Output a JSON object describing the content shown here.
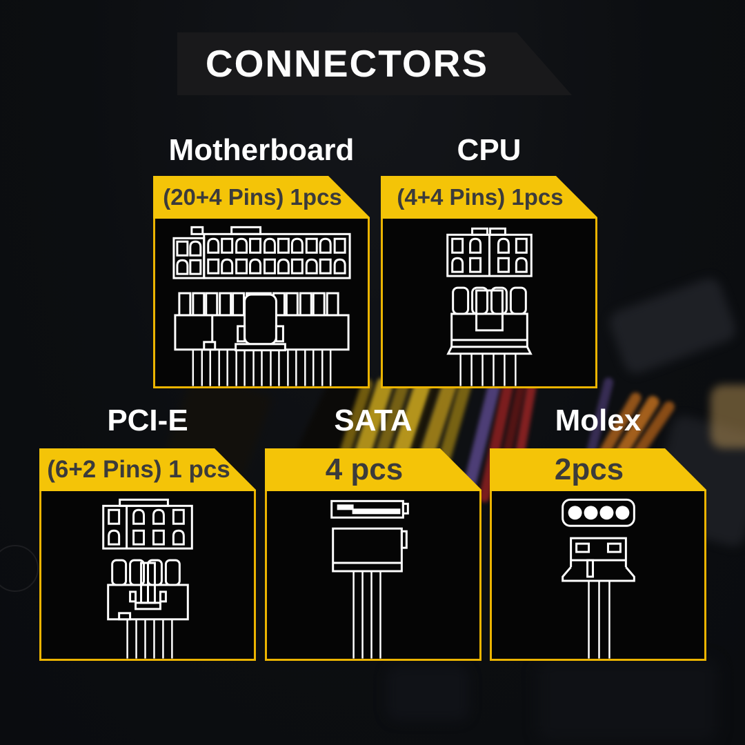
{
  "banner": {
    "title": "CONNECTORS"
  },
  "cards": [
    {
      "title": "Motherboard",
      "label": "(20+4 Pins) 1pcs",
      "icon": "atx-24pin-connector-icon"
    },
    {
      "title": "CPU",
      "label": "(4+4 Pins) 1pcs",
      "icon": "cpu-4plus4-connector-icon"
    },
    {
      "title": "PCI-E",
      "label": "(6+2 Pins) 1 pcs",
      "icon": "pcie-6plus2-connector-icon"
    },
    {
      "title": "SATA",
      "label": "4 pcs",
      "icon": "sata-connector-icon"
    },
    {
      "title": "Molex",
      "label": "2pcs",
      "icon": "molex-4pin-connector-icon"
    }
  ],
  "colors": {
    "accent_yellow": "#F4C408",
    "border_gold": "#ECB400",
    "card_black": "#050505",
    "header_text": "#3B3B3B",
    "title_white": "#FFFFFF",
    "background": "#0C0E11",
    "line_art": "#FFFFFF"
  }
}
